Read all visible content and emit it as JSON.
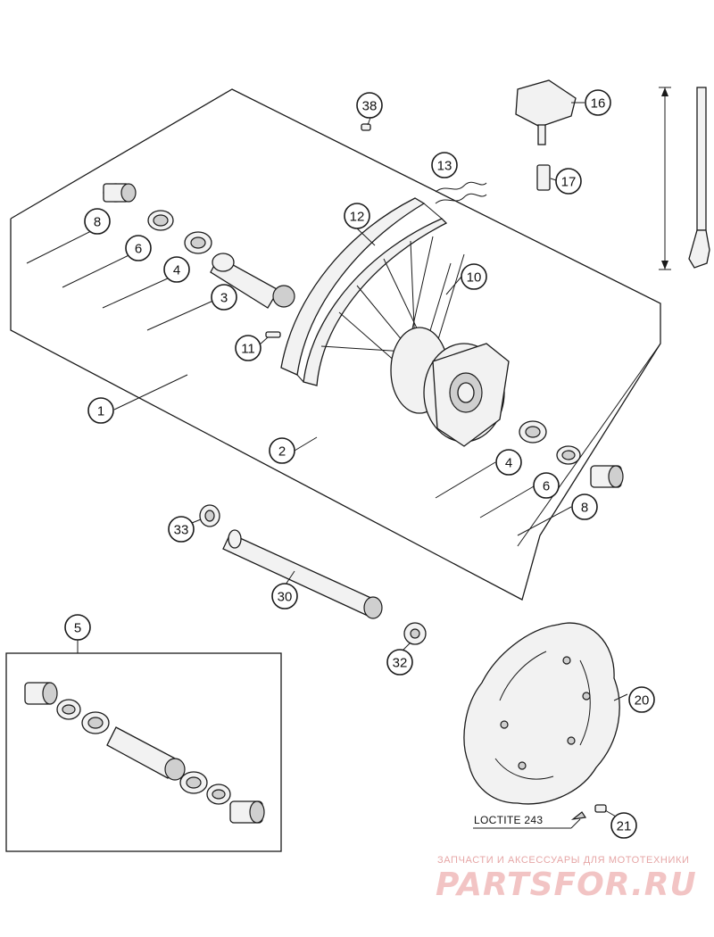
{
  "callouts": {
    "c1": "1",
    "c2": "2",
    "c3": "3",
    "c4a": "4",
    "c4b": "4",
    "c5": "5",
    "c6a": "6",
    "c6b": "6",
    "c8a": "8",
    "c8b": "8",
    "c10": "10",
    "c11": "11",
    "c12": "12",
    "c13": "13",
    "c16": "16",
    "c17": "17",
    "c20": "20",
    "c21": "21",
    "c30": "30",
    "c32": "32",
    "c33": "33",
    "c38": "38"
  },
  "note": {
    "loctite": "LOCTITE 243"
  },
  "watermark": {
    "tagline": "ЗАПЧАСТИ И АКСЕССУАРЫ ДЛЯ МОТОТЕХНИКИ",
    "brand": "PARTSFOR.RU"
  },
  "colors": {
    "line": "#1a1a1a",
    "watermark": "#e6a6a6"
  }
}
